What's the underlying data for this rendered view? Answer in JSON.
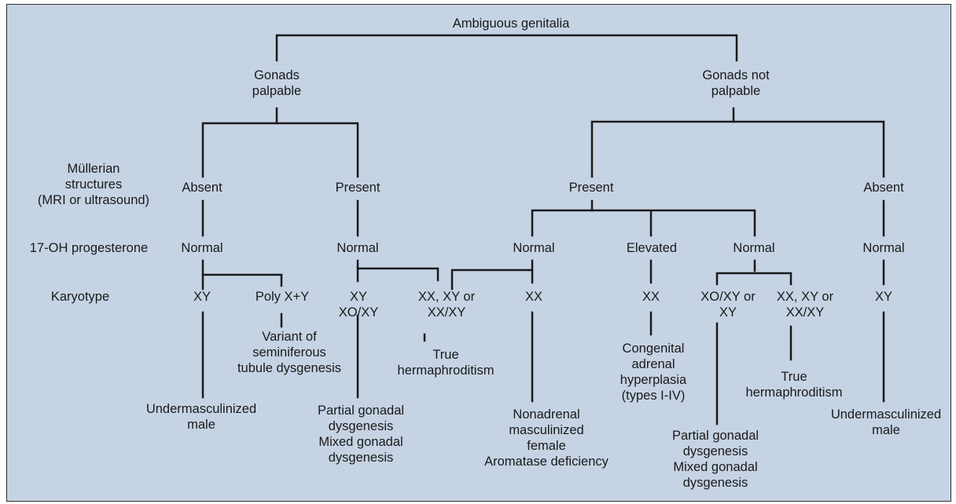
{
  "root": "Ambiguous genitalia",
  "branches": {
    "palpable": "Gonads\npalpable",
    "not_palpable": "Gonads not\npalpable"
  },
  "row_headers": {
    "mullerian": "Müllerian\nstructures\n(MRI or ultrasound)",
    "progesterone": "17-OH progesterone",
    "karyotype": "Karyotype"
  },
  "mullerian": {
    "absent_left": "Absent",
    "present_left": "Present",
    "present_right": "Present",
    "absent_right": "Absent"
  },
  "progesterone": {
    "normal_1": "Normal",
    "normal_2": "Normal",
    "normal_3": "Normal",
    "elevated": "Elevated",
    "normal_4": "Normal",
    "normal_5": "Normal"
  },
  "karyotype": {
    "xy_1": "XY",
    "poly": "Poly X+Y",
    "xy_xo": "XY\nXO/XY",
    "xx_xy_center": "XX, XY or\nXX/XY",
    "xx_1": "XX",
    "xx_2": "XX",
    "xo_xy": "XO/XY or\nXY",
    "xx_xy_right": "XX, XY or\nXX/XY",
    "xy_2": "XY"
  },
  "outcomes": {
    "variant": "Variant of\nseminiferous\ntubule dysgenesis",
    "under_left": "Undermasculinized\nmale",
    "partial_left": "Partial gonadal\ndysgenesis\nMixed gonadal\ndysgenesis",
    "true_center": "True\nhermaphroditism",
    "nonadrenal": "Nonadrenal\nmasculinized\nfemale\nAromatase deficiency",
    "cah": "Congenital\nadrenal\nhyperplasia\n(types I-IV)",
    "true_right": "True\nhermaphroditism",
    "partial_right": "Partial gonadal\ndysgenesis\nMixed gonadal\ndysgenesis",
    "under_right": "Undermasculinized\nmale"
  }
}
